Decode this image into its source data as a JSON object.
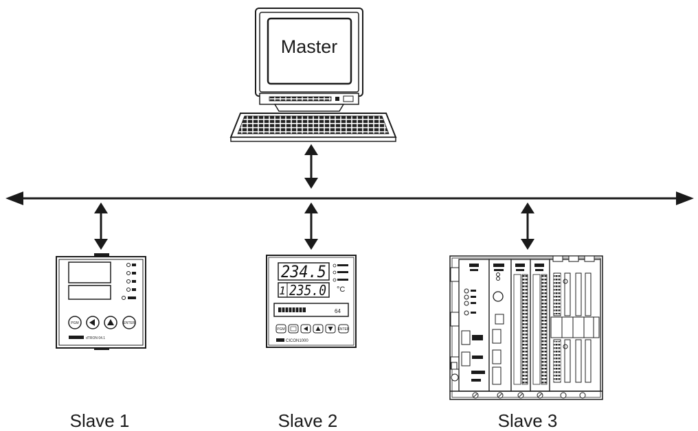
{
  "master": {
    "label": "Master"
  },
  "slaves": [
    {
      "label": "Slave 1"
    },
    {
      "label": "Slave 2"
    },
    {
      "label": "Slave 3"
    }
  ],
  "slave1_device": {
    "button_labels": [
      "PGM",
      "",
      "",
      "ENTER"
    ],
    "footer": "dTRON 04.1"
  },
  "slave2_device": {
    "display_top": "234.5",
    "display_bottom": "235.0",
    "display_index": "1",
    "unit": "°C",
    "bar_value": "64",
    "brand": "CICON1000",
    "button_labels": [
      "PGM",
      "",
      "",
      "",
      "",
      "ENTER"
    ]
  },
  "colors": {
    "line": "#1a1a1a",
    "background": "#ffffff"
  }
}
